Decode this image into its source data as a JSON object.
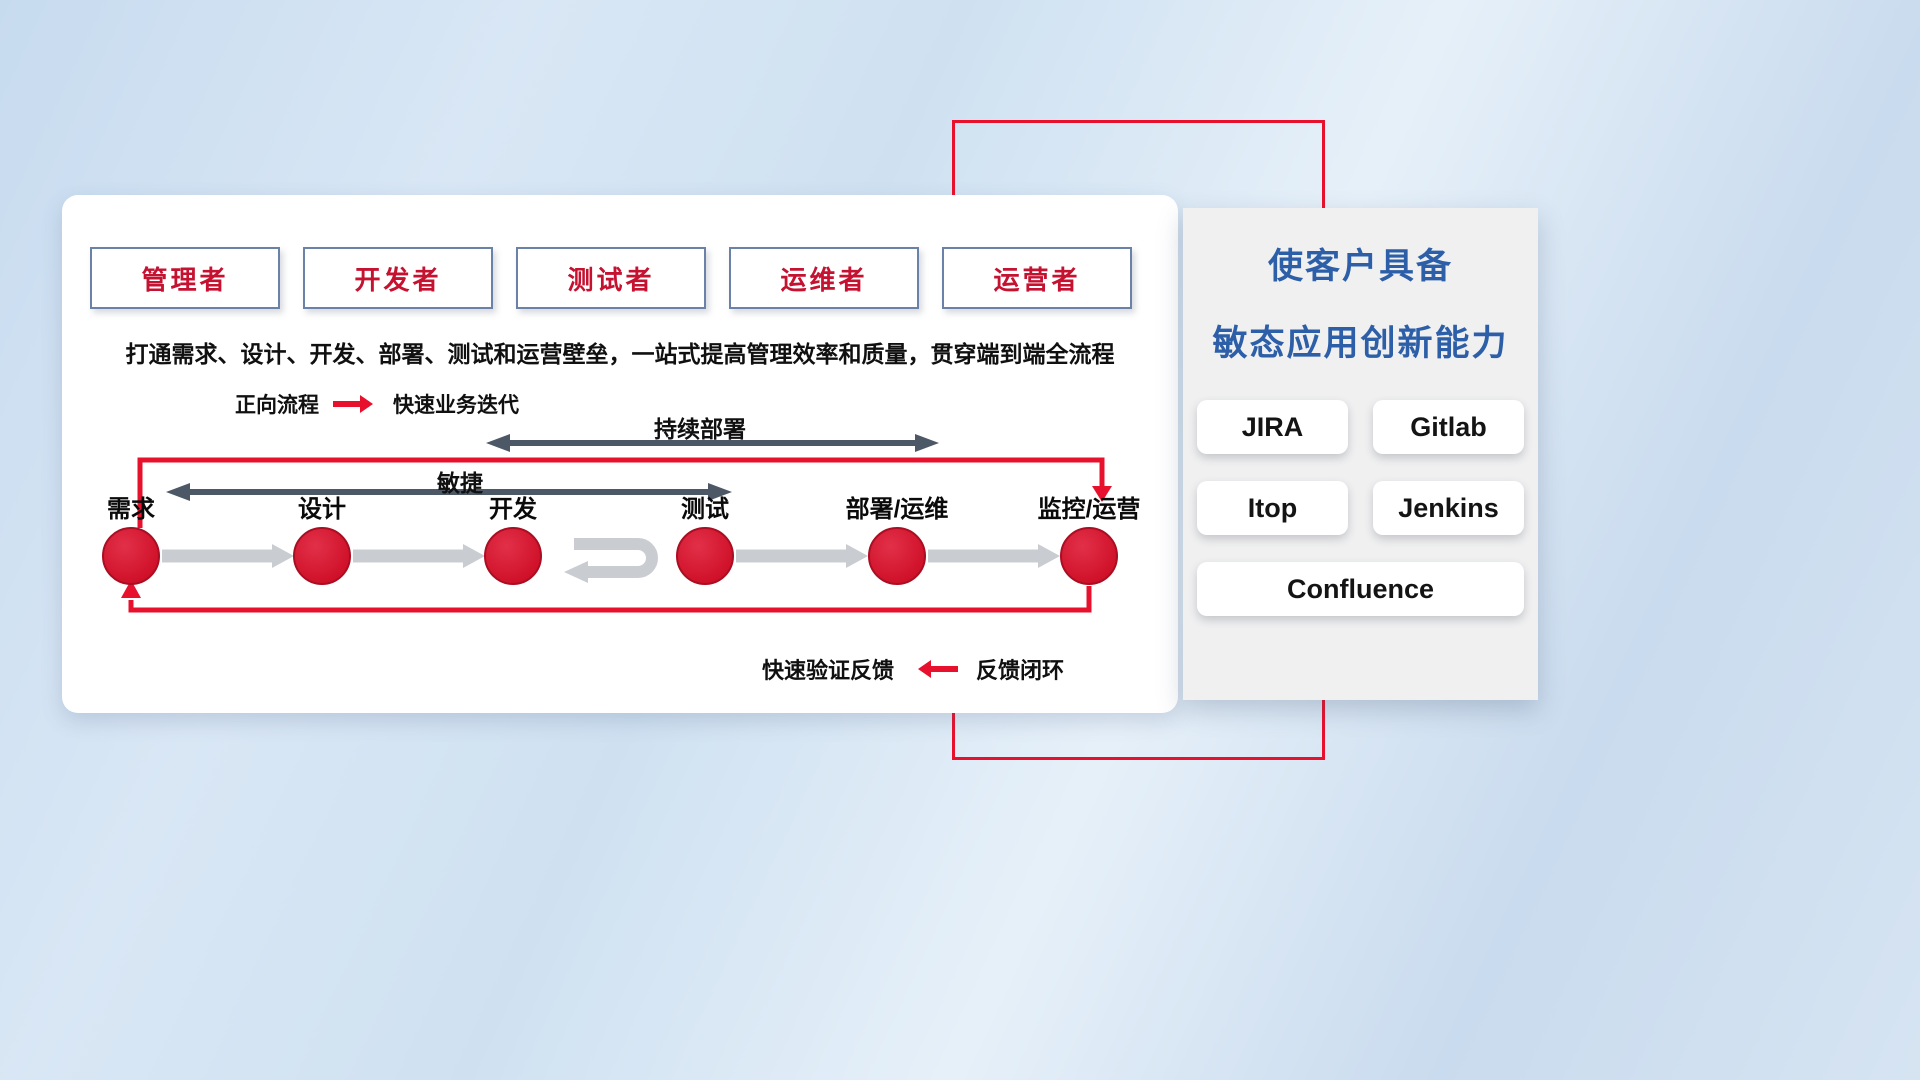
{
  "roles": [
    "管理者",
    "开发者",
    "测试者",
    "运维者",
    "运营者"
  ],
  "description": "打通需求、设计、开发、部署、测试和运营壁垒，一站式提高管理效率和质量，贯穿端到端全流程",
  "legend_forward": {
    "label": "正向流程",
    "value": "快速业务迭代"
  },
  "flow": {
    "nodes": [
      "需求",
      "设计",
      "开发",
      "测试",
      "部署/运维",
      "监控/运营"
    ],
    "continuous_deployment_label": "持续部署",
    "agile_label": "敏捷",
    "feedback_label": "快速验证反馈",
    "feedback_value": "反馈闭环"
  },
  "side_panel": {
    "title_line1": "使客户具备",
    "title_line2": "敏态应用创新能力",
    "tools": [
      "JIRA",
      "Gitlab",
      "Itop",
      "Jenkins",
      "Confluence"
    ]
  },
  "colors": {
    "accent_red": "#e8112d",
    "node_red": "#cf1028",
    "title_blue": "#2d5fa8",
    "dark_arrow": "#4d5866",
    "light_arrow": "#c9ccd0"
  }
}
